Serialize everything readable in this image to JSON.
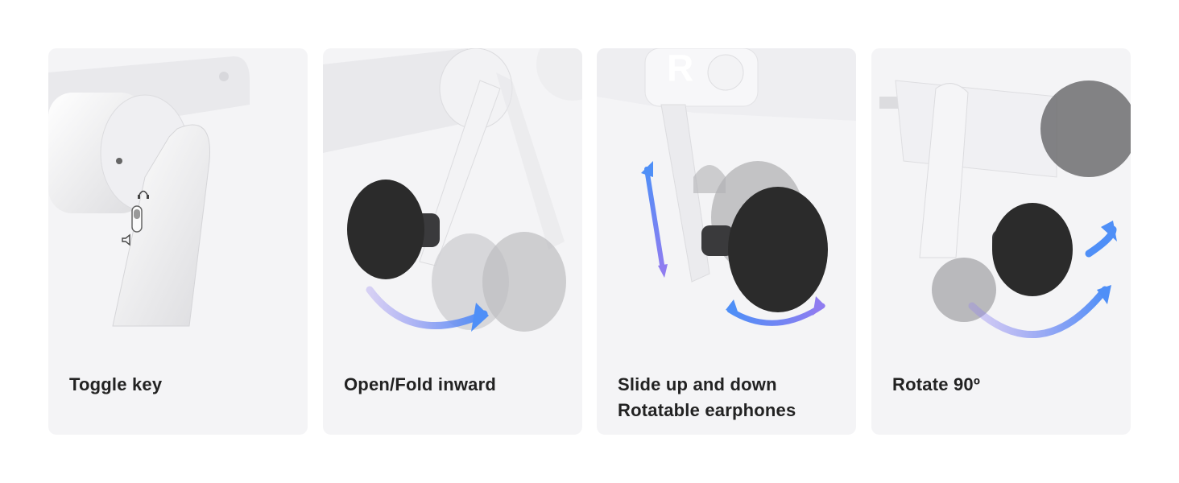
{
  "cards": [
    {
      "caption": [
        "Toggle key"
      ]
    },
    {
      "caption": [
        "Open/Fold inward"
      ]
    },
    {
      "caption": [
        "Slide up and down",
        "Rotatable earphones"
      ]
    },
    {
      "caption": [
        "Rotate 90º"
      ]
    }
  ],
  "icons": {
    "headset_mode": "headphones-icon",
    "speaker_mode": "speaker-icon",
    "arrow": "curved-arrow-icon"
  },
  "colors": {
    "card_background": "#f4f4f6",
    "arrow_gradient_start": "#4f8ff7",
    "arrow_gradient_end": "#8f7cf0",
    "foam": "#2b2b2b"
  },
  "side_label": "R"
}
